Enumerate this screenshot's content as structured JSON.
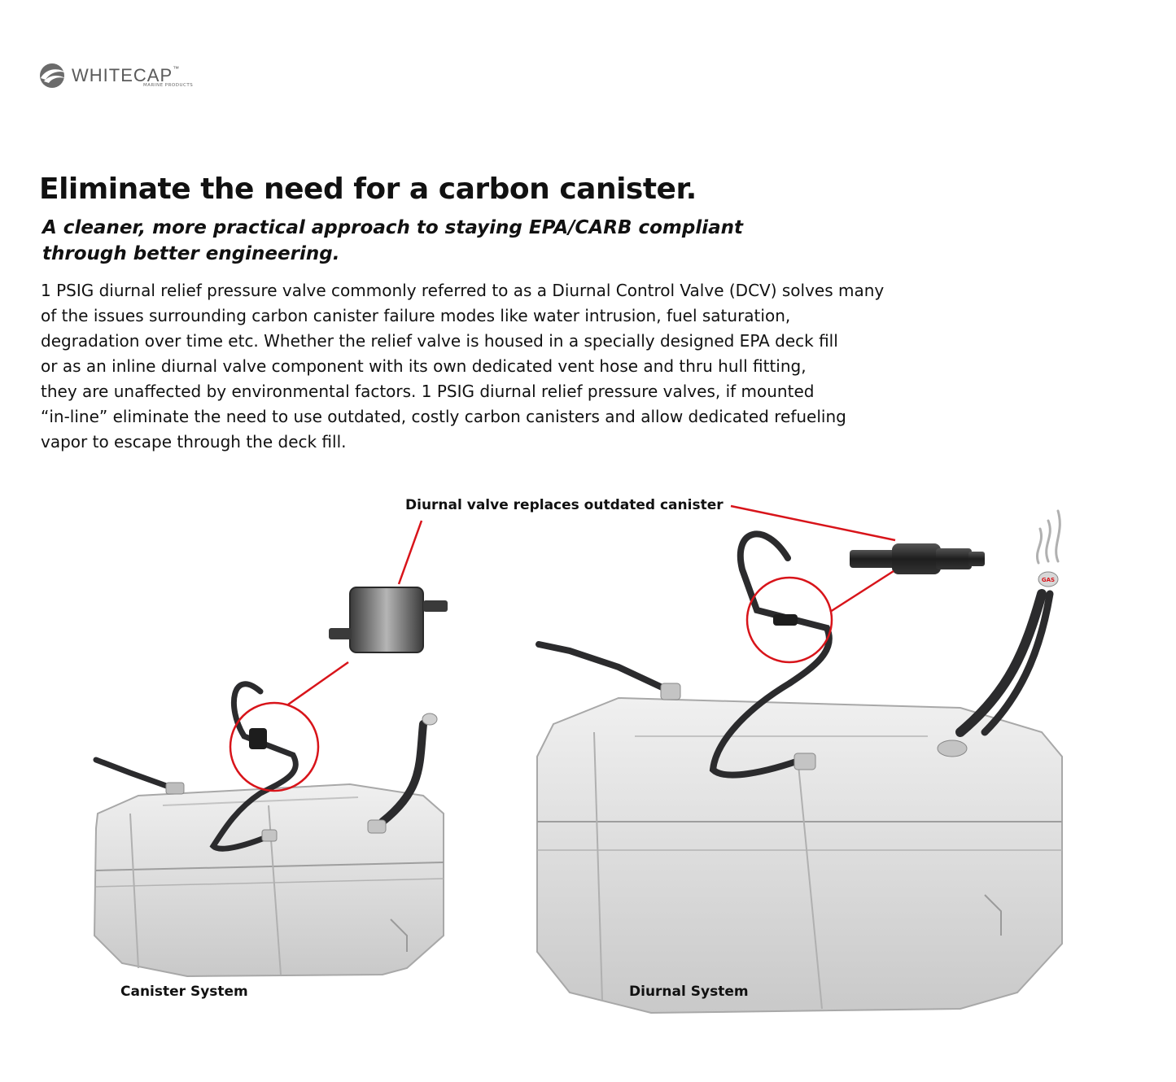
{
  "brand": {
    "name": "WHITECAP",
    "trademark": "™",
    "tagline": "MARINE PRODUCTS"
  },
  "headline": "Eliminate the need for a carbon canister.",
  "subheadline": "A cleaner, more practical approach to staying EPA/CARB compliant through better engineering.",
  "body": "1 PSIG diurnal relief pressure valve commonly referred to as a Diurnal Control Valve (DCV) solves many\nof the issues surrounding carbon canister failure modes like water intrusion, fuel saturation,\ndegradation over time etc. Whether the relief valve is housed in a specially designed EPA deck fill\nor as an inline diurnal valve component with its own dedicated vent hose and thru hull fitting,\nthey are unaffected by environmental factors. 1 PSIG diurnal relief pressure valves, if mounted\n“in-line” eliminate the need to use outdated, costly carbon canisters and allow dedicated refueling\nvapor to escape through the deck fill.",
  "diagram": {
    "callout": "Diurnal valve replaces outdated canister",
    "left_caption": "Canister System",
    "right_caption": "Diurnal System",
    "fill_cap_label": "GAS",
    "colors": {
      "callout": "#d8141a",
      "hose": "#2b2b2d",
      "tank": "#dcdcdc"
    }
  }
}
